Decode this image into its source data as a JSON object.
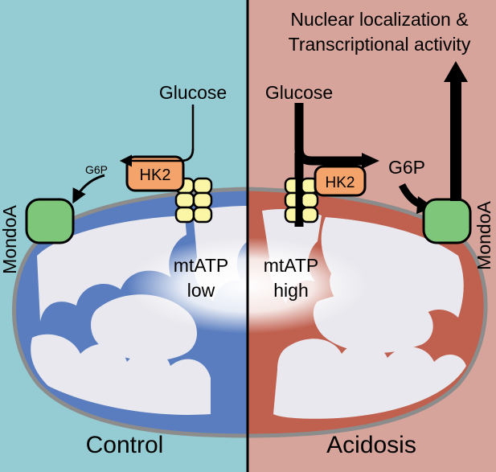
{
  "panels": {
    "left": {
      "label": "Control",
      "background": "#95cbd2"
    },
    "right": {
      "label": "Acidosis",
      "background": "#d6a49a"
    }
  },
  "colors": {
    "mito_left": "#5a7dbf",
    "mito_right": "#c0604f",
    "membrane": "#8c8c8c",
    "crista": "#e8e8ee",
    "hk2": "#f4a36a",
    "vdac": "#fbf5a6",
    "mondoa": "#7ec77a",
    "outline": "#000000"
  },
  "labels": {
    "glucose_left": "Glucose",
    "glucose_right": "Glucose",
    "g6p_left": "G6P",
    "g6p_right": "G6P",
    "hk2_left": "HK2",
    "hk2_right": "HK2",
    "mondoa_left": "MondoA",
    "mondoa_right": "MondoA",
    "mtatp_left_line1": "mtATP",
    "mtatp_left_line2": "low",
    "mtatp_right_line1": "mtATP",
    "mtatp_right_line2": "high",
    "nuclear_line1": "Nuclear localization &",
    "nuclear_line2": "Transcriptional activity"
  }
}
